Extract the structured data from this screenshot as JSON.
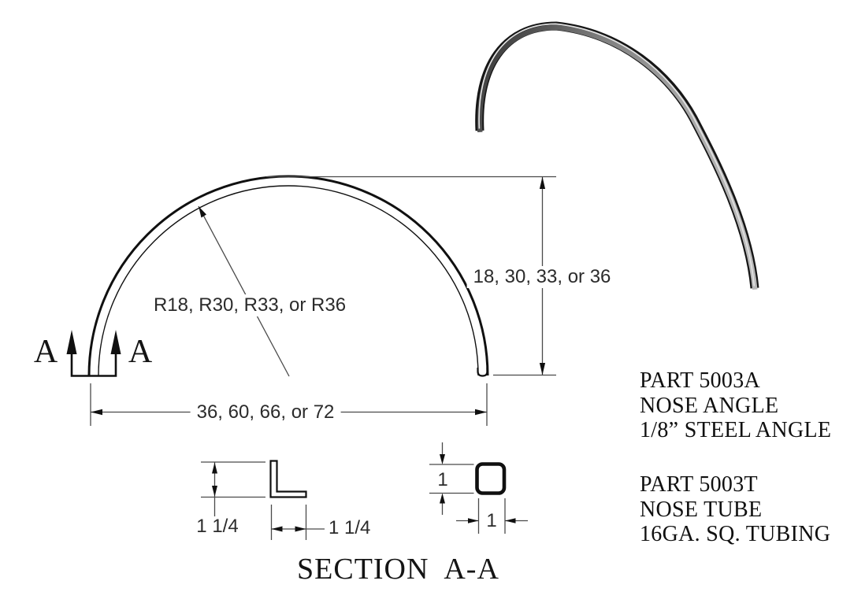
{
  "drawing_title": "SECTION  A-A",
  "main_view": {
    "radius_label": "R18, R30, R33, or R36",
    "height_label": "18, 30, 33, or 36",
    "width_label": "36, 60, 66, or 72",
    "section_letter_left": "A",
    "section_letter_right": "A"
  },
  "section_view": {
    "angle_vertical_dim": "1 1/4",
    "angle_horizontal_dim": "1 1/4",
    "tube_vertical_dim": "1",
    "tube_horizontal_dim": "1"
  },
  "parts": {
    "part_a": {
      "line1": "PART 5003A",
      "line2": "NOSE ANGLE",
      "line3": "1/8” STEEL ANGLE"
    },
    "part_t": {
      "line1": "PART 5003T",
      "line2": "NOSE TUBE",
      "line3": "16GA. SQ. TUBING"
    }
  },
  "colors": {
    "drawing_line": "#101010",
    "dimension_line": "#4a4a4a",
    "iso_shade": "#9a9a9a",
    "background": "#ffffff"
  }
}
